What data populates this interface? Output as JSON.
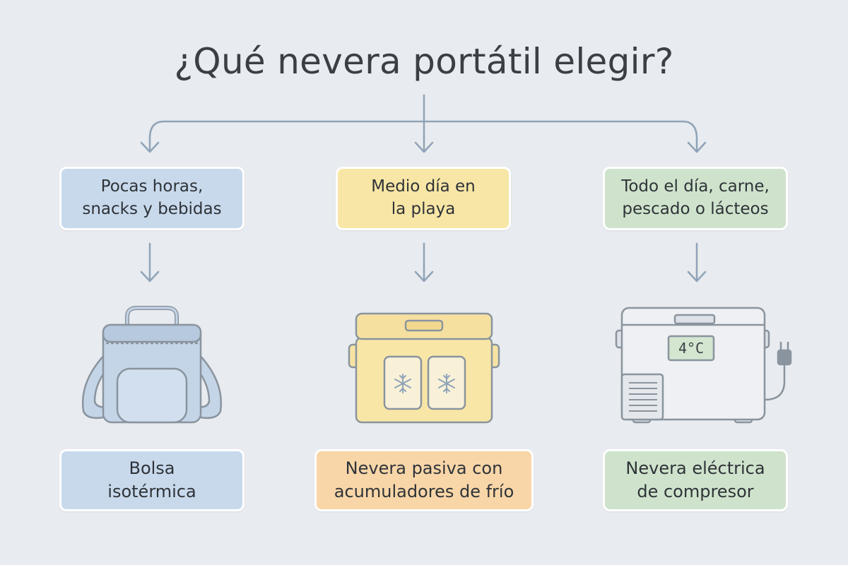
{
  "title": "¿Qué nevera portátil elegir?",
  "options": [
    {
      "question": "Pocas horas,\nsnacks y bebidas",
      "answer": "Bolsa\nisotérmica",
      "icon": "insulated-bag-icon"
    },
    {
      "question": "Medio día en\nla playa",
      "answer": "Nevera pasiva con\nacumuladores de frío",
      "icon": "passive-cooler-icon"
    },
    {
      "question": "Todo el día, carne,\npescado o lácteos",
      "answer": "Nevera eléctrica\nde compresor",
      "icon": "compressor-fridge-icon"
    }
  ],
  "fridge_display": "4°C",
  "colors": {
    "background": "#e8ebef",
    "connector": "#8fa3b8",
    "blue": "#c8d9ec",
    "yellow": "#f8e6a6",
    "orange": "#f8d6a8",
    "green": "#cfe3cc",
    "outline": "#8a949e"
  }
}
